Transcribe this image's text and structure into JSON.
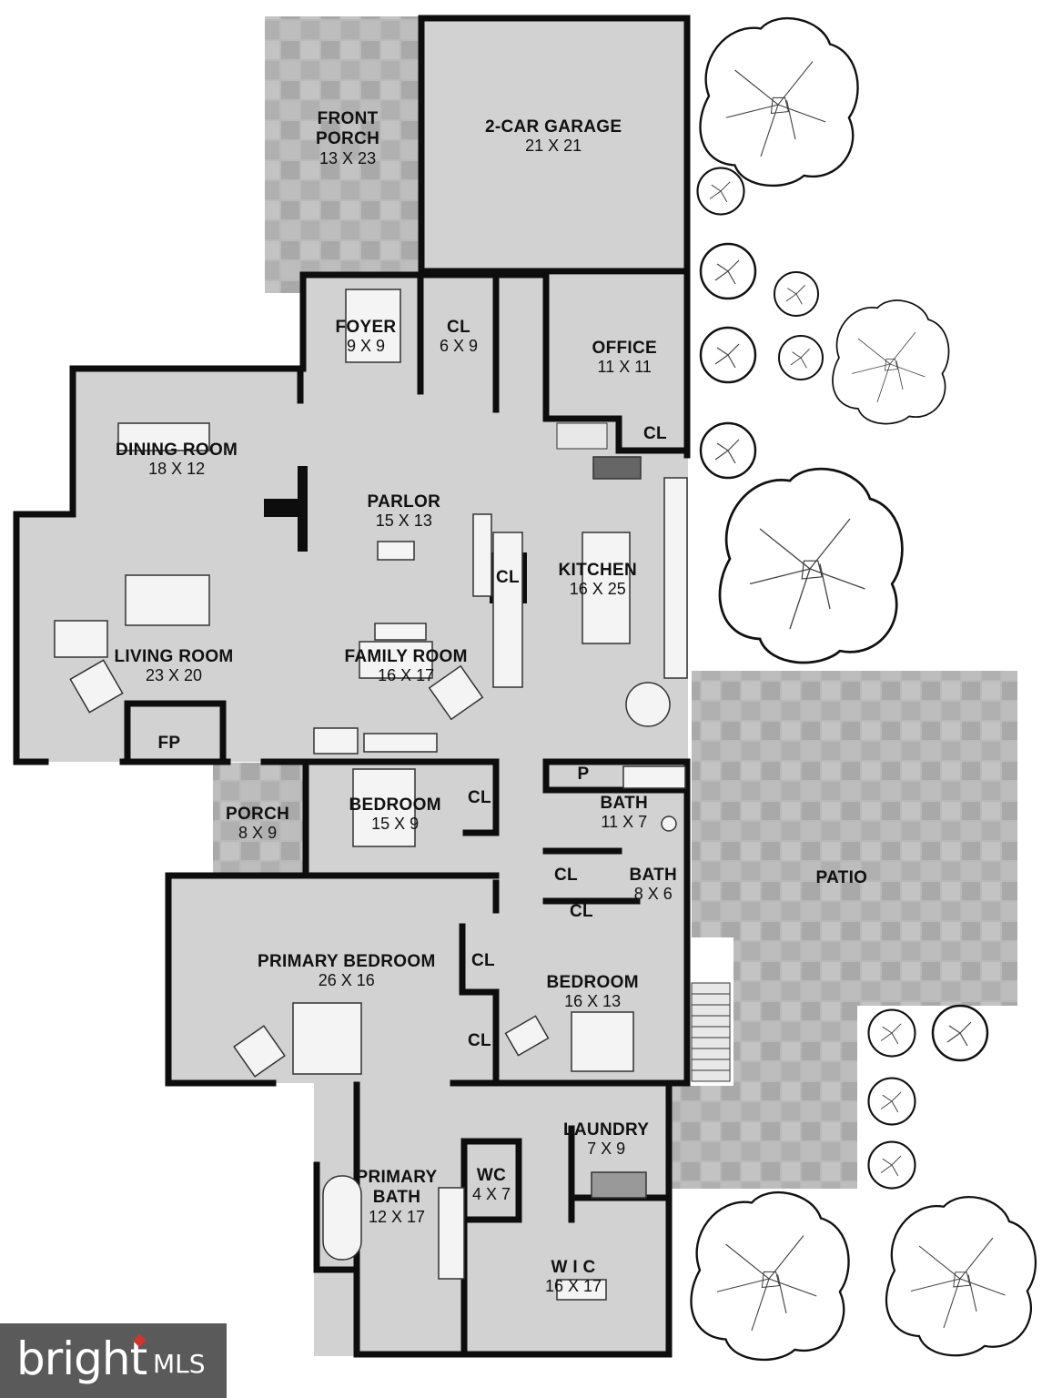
{
  "rooms": [
    {
      "id": "front-porch",
      "name_lines": [
        "FRONT",
        "PORCH"
      ],
      "dims": "13 X 23"
    },
    {
      "id": "garage",
      "name_lines": [
        "2-CAR GARAGE"
      ],
      "dims": "21 X 21"
    },
    {
      "id": "foyer",
      "name_lines": [
        "FOYER"
      ],
      "dims": "9 X 9"
    },
    {
      "id": "cl-foyer",
      "name_lines": [
        "CL"
      ],
      "dims": "6 X 9"
    },
    {
      "id": "office",
      "name_lines": [
        "OFFICE"
      ],
      "dims": "11 X 11"
    },
    {
      "id": "cl-office",
      "name_lines": [
        "CL"
      ],
      "dims": ""
    },
    {
      "id": "dining-room",
      "name_lines": [
        "DINING ROOM"
      ],
      "dims": "18 X 12"
    },
    {
      "id": "parlor",
      "name_lines": [
        "PARLOR"
      ],
      "dims": "15 X 13"
    },
    {
      "id": "cl-kitchen",
      "name_lines": [
        "CL"
      ],
      "dims": ""
    },
    {
      "id": "kitchen",
      "name_lines": [
        "KITCHEN"
      ],
      "dims": "16 X 25"
    },
    {
      "id": "living-room",
      "name_lines": [
        "LIVING ROOM"
      ],
      "dims": "23 X 20"
    },
    {
      "id": "family-room",
      "name_lines": [
        "FAMILY ROOM"
      ],
      "dims": "16 X 17"
    },
    {
      "id": "fp",
      "name_lines": [
        "FP"
      ],
      "dims": ""
    },
    {
      "id": "pantry",
      "name_lines": [
        "P"
      ],
      "dims": ""
    },
    {
      "id": "porch",
      "name_lines": [
        "PORCH"
      ],
      "dims": "8 X 9"
    },
    {
      "id": "bedroom-1",
      "name_lines": [
        "BEDROOM"
      ],
      "dims": "15 X 9"
    },
    {
      "id": "cl-bed1",
      "name_lines": [
        "CL"
      ],
      "dims": ""
    },
    {
      "id": "bath-1",
      "name_lines": [
        "BATH"
      ],
      "dims": "11 X 7"
    },
    {
      "id": "cl-hall",
      "name_lines": [
        "CL"
      ],
      "dims": ""
    },
    {
      "id": "bath-2",
      "name_lines": [
        "BATH"
      ],
      "dims": "8 X 6"
    },
    {
      "id": "patio",
      "name_lines": [
        "PATIO"
      ],
      "dims": ""
    },
    {
      "id": "cl-bed2",
      "name_lines": [
        "CL"
      ],
      "dims": ""
    },
    {
      "id": "primary-bedroom",
      "name_lines": [
        "PRIMARY BEDROOM"
      ],
      "dims": "26 X 16"
    },
    {
      "id": "cl-primary-1",
      "name_lines": [
        "CL"
      ],
      "dims": ""
    },
    {
      "id": "bedroom-2",
      "name_lines": [
        "BEDROOM"
      ],
      "dims": "16 X 13"
    },
    {
      "id": "cl-primary-2",
      "name_lines": [
        "CL"
      ],
      "dims": ""
    },
    {
      "id": "laundry",
      "name_lines": [
        "LAUNDRY"
      ],
      "dims": "7 X 9"
    },
    {
      "id": "primary-bath",
      "name_lines": [
        "PRIMARY",
        "BATH"
      ],
      "dims": "12 X 17"
    },
    {
      "id": "wc",
      "name_lines": [
        "WC"
      ],
      "dims": "4 X 7"
    },
    {
      "id": "wic",
      "name_lines": [
        "W I C"
      ],
      "dims": "16 X 17"
    }
  ],
  "logo": {
    "word": "bright",
    "suffix": "MLS"
  }
}
